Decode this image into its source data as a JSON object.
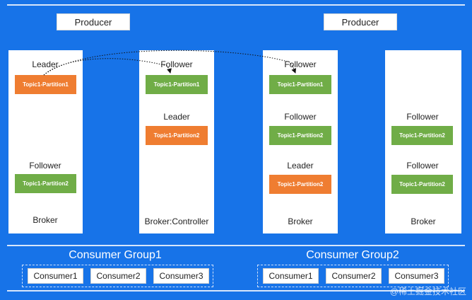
{
  "producers": [
    {
      "label": "Producer"
    },
    {
      "label": "Producer"
    }
  ],
  "brokers": [
    {
      "name": "Broker",
      "roles": [
        "Leader",
        "Follower"
      ],
      "partitions": [
        {
          "label": "Topic1-Partition1",
          "kind": "leader"
        },
        {
          "label": "Topic1-Partition2",
          "kind": "follower"
        }
      ]
    },
    {
      "name": "Broker:Controller",
      "roles": [
        "Follower",
        "Leader"
      ],
      "partitions": [
        {
          "label": "Topic1-Partition1",
          "kind": "follower"
        },
        {
          "label": "Topic1-Partition2",
          "kind": "leader"
        }
      ]
    },
    {
      "name": "Broker",
      "roles": [
        "Follower",
        "Follower",
        "Leader"
      ],
      "partitions": [
        {
          "label": "Topic1-Partition1",
          "kind": "follower"
        },
        {
          "label": "Topic1-Partition2",
          "kind": "follower"
        },
        {
          "label": "Topic1-Partition2",
          "kind": "leader"
        }
      ]
    },
    {
      "name": "Broker",
      "roles": [
        "Follower",
        "Follower"
      ],
      "partitions": [
        {
          "label": "Topic1-Partition2",
          "kind": "follower"
        },
        {
          "label": "Topic1-Partition2",
          "kind": "follower"
        }
      ]
    }
  ],
  "consumer_groups": [
    {
      "title": "Consumer Group1",
      "consumers": [
        "Consumer1",
        "Consumer2",
        "Consumer3"
      ]
    },
    {
      "title": "Consumer Group2",
      "consumers": [
        "Consumer1",
        "Consumer2",
        "Consumer3"
      ]
    }
  ],
  "watermark": "@稀土掘金技术社区",
  "colors": {
    "background": "#1773e8",
    "leader_partition": "#ef7d31",
    "follower_partition": "#70ad47"
  }
}
